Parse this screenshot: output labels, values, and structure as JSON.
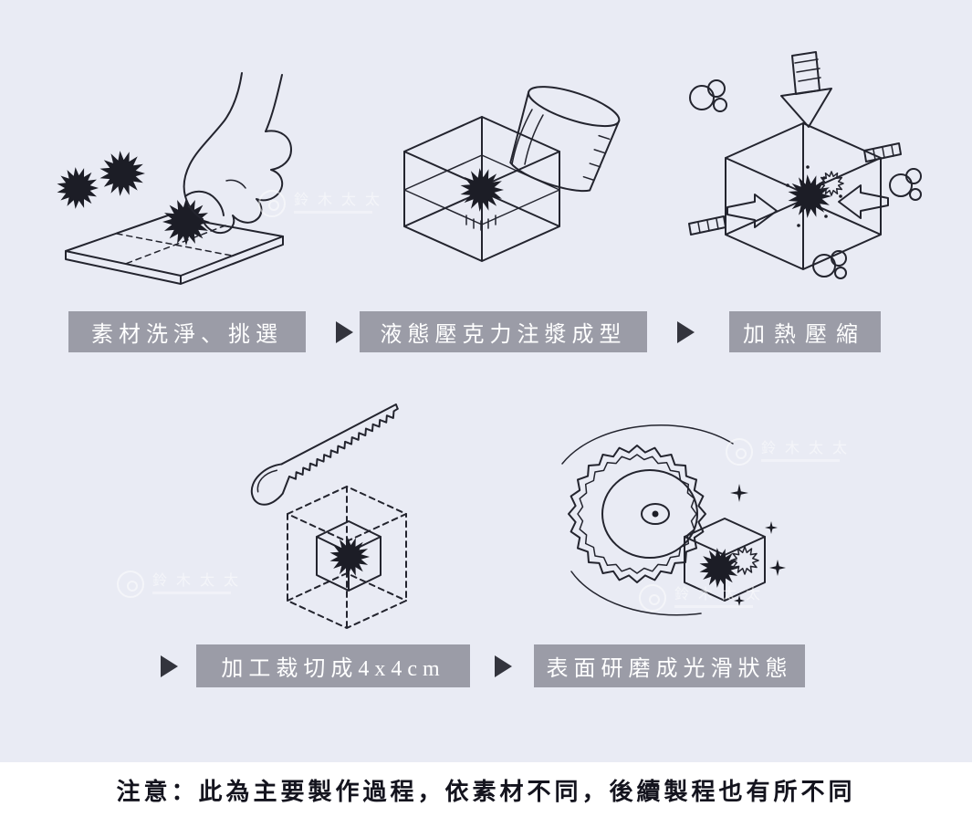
{
  "page": {
    "background": "#e9ebf4",
    "label_bg": "#9b9ca7",
    "label_text_color": "#ffffff",
    "line_color": "#23242e",
    "arrow_color": "#33343d",
    "footer_bg": "#ffffff"
  },
  "steps": [
    {
      "label": "素材洗淨、挑選",
      "illustration": "hand-picking-spiky-materials"
    },
    {
      "label": "液態壓克力注漿成型",
      "illustration": "pouring-liquid-acrylic-into-mold"
    },
    {
      "label": "加熱壓縮",
      "illustration": "heat-compression-cube"
    },
    {
      "label": "加工裁切成4x4cm",
      "illustration": "saw-cutting-cube"
    },
    {
      "label": "表面研磨成光滑狀態",
      "illustration": "polishing-wheel-and-cube"
    }
  ],
  "watermark": {
    "text": "鈴木太太"
  },
  "footer": {
    "note": "注意：此為主要製作過程，依素材不同，後續製程也有所不同"
  }
}
